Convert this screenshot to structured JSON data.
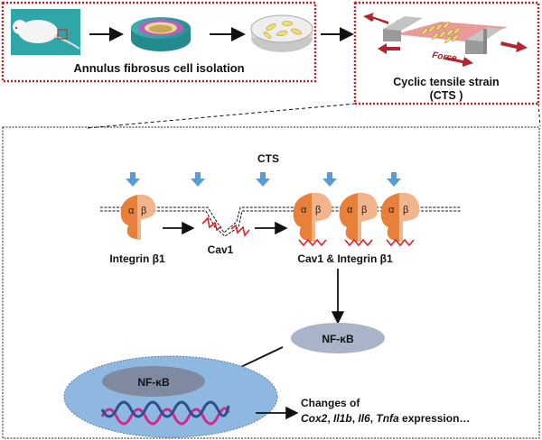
{
  "top_panel": {
    "isolation_caption": "Annulus fibrosus cell isolation",
    "cts_caption_line1": "Cyclic tensile strain",
    "cts_caption_line2": "(CTS )",
    "force_label": "Force"
  },
  "mechanism": {
    "cts_label": "CTS",
    "integrin_label": "Integrin β1",
    "cav1_label": "Cav1",
    "complex_label": "Cav1 & Integrin β1",
    "alpha": "α",
    "beta": "β",
    "nfkb_cytoplasm": "NF-κB",
    "nfkb_nucleus": "NF-κB",
    "outcome_line1": "Changes of",
    "outcome_genes": [
      {
        "text": "Cox2",
        "italic": true
      },
      {
        "text": ", ",
        "italic": false
      },
      {
        "text": "Il1b",
        "italic": true
      },
      {
        "text": ", ",
        "italic": false
      },
      {
        "text": "Il6",
        "italic": true
      },
      {
        "text": ", ",
        "italic": false
      },
      {
        "text": "Tnfa",
        "italic": true
      },
      {
        "text": " expression…",
        "italic": false
      }
    ]
  },
  "colors": {
    "red_dotted_border": "#c8202a",
    "integrin_alpha": "#e8803a",
    "integrin_beta": "#f2b48a",
    "cts_arrow": "#5b9bd5",
    "cav1": "#e0202a",
    "nfkb_ellipse": "#a9b4c8",
    "nucleus": "#8fb8e0",
    "nucleus_nfkb": "#7f8aa0"
  }
}
